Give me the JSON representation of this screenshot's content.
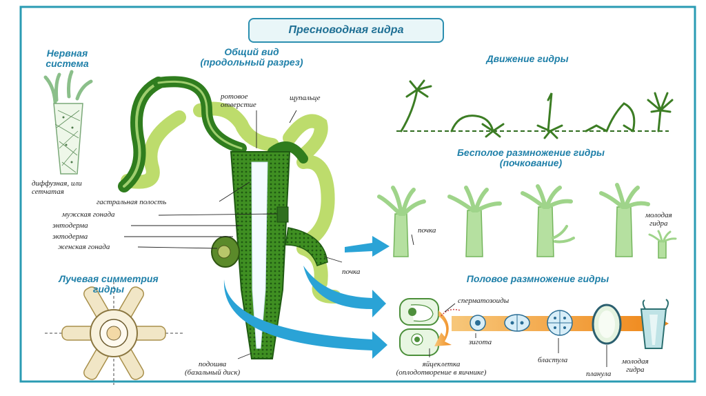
{
  "title": "Пресноводная гидра",
  "headers": {
    "nervous_system": [
      "Нервная",
      "система"
    ],
    "general_view": [
      "Общий вид",
      "(продольный разрез)"
    ],
    "movement": "Движение гидры",
    "asexual": [
      "Бесполое размножение гидры",
      "(почкование)"
    ],
    "radial": [
      "Лучевая симметрия",
      "гидры"
    ],
    "sexual": "Половое размножение гидры"
  },
  "labels": {
    "diffuse": [
      "диффузная, или",
      "сетчатая"
    ],
    "mouth": [
      "ротовое",
      "отверстие"
    ],
    "tentacle": "щупальце",
    "gastric_cavity": "гастральная полость",
    "male_gonad": "мужская гонада",
    "endoderm": "энтодерма",
    "ectoderm": "эктодерма",
    "female_gonad": "женская гонада",
    "bud": "почка",
    "bud_side": "почка",
    "sole": [
      "подошва",
      "(базальный диск)"
    ],
    "young_hydra_top": [
      "молодая",
      "гидра"
    ],
    "sperm": "сперматозоиды",
    "zygote": "зигота",
    "egg": [
      "яйцеклетка",
      "(оплодотворение в яичнике)"
    ],
    "blastula": "бластула",
    "planula": "планула",
    "young_hydra_bottom": [
      "молодая",
      "гидра"
    ]
  },
  "colors": {
    "frame": "#2a9bb3",
    "header": "#1e7fa8",
    "dark_green": "#2f7d1e",
    "light_green": "#b7d96a",
    "arrow_blue": "#2aa3d6",
    "orange": "#f0a040"
  }
}
